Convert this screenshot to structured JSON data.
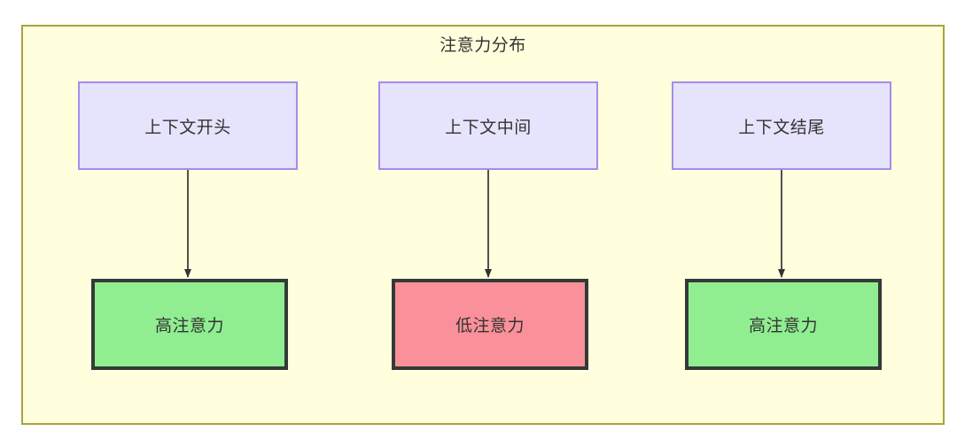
{
  "diagram": {
    "title": "注意力分布",
    "container": {
      "fill": "#ffffdd",
      "border_color": "#aaa33c"
    },
    "context_nodes": [
      {
        "label": "上下文开头",
        "fill": "#e6e3fc",
        "border_color": "#a78beb"
      },
      {
        "label": "上下文中间",
        "fill": "#e6e3fc",
        "border_color": "#a78beb"
      },
      {
        "label": "上下文结尾",
        "fill": "#e6e3fc",
        "border_color": "#a78beb"
      }
    ],
    "attention_nodes": [
      {
        "label": "高注意力",
        "fill": "#90ee90",
        "border_color": "#333a38"
      },
      {
        "label": "低注意力",
        "fill": "#fa9099",
        "border_color": "#333a38"
      },
      {
        "label": "高注意力",
        "fill": "#90ee90",
        "border_color": "#333a38"
      }
    ],
    "edges": [
      {
        "from": "上下文开头",
        "to": "高注意力"
      },
      {
        "from": "上下文中间",
        "to": "低注意力"
      },
      {
        "from": "上下文结尾",
        "to": "高注意力"
      }
    ],
    "edge_color": "#333333"
  }
}
